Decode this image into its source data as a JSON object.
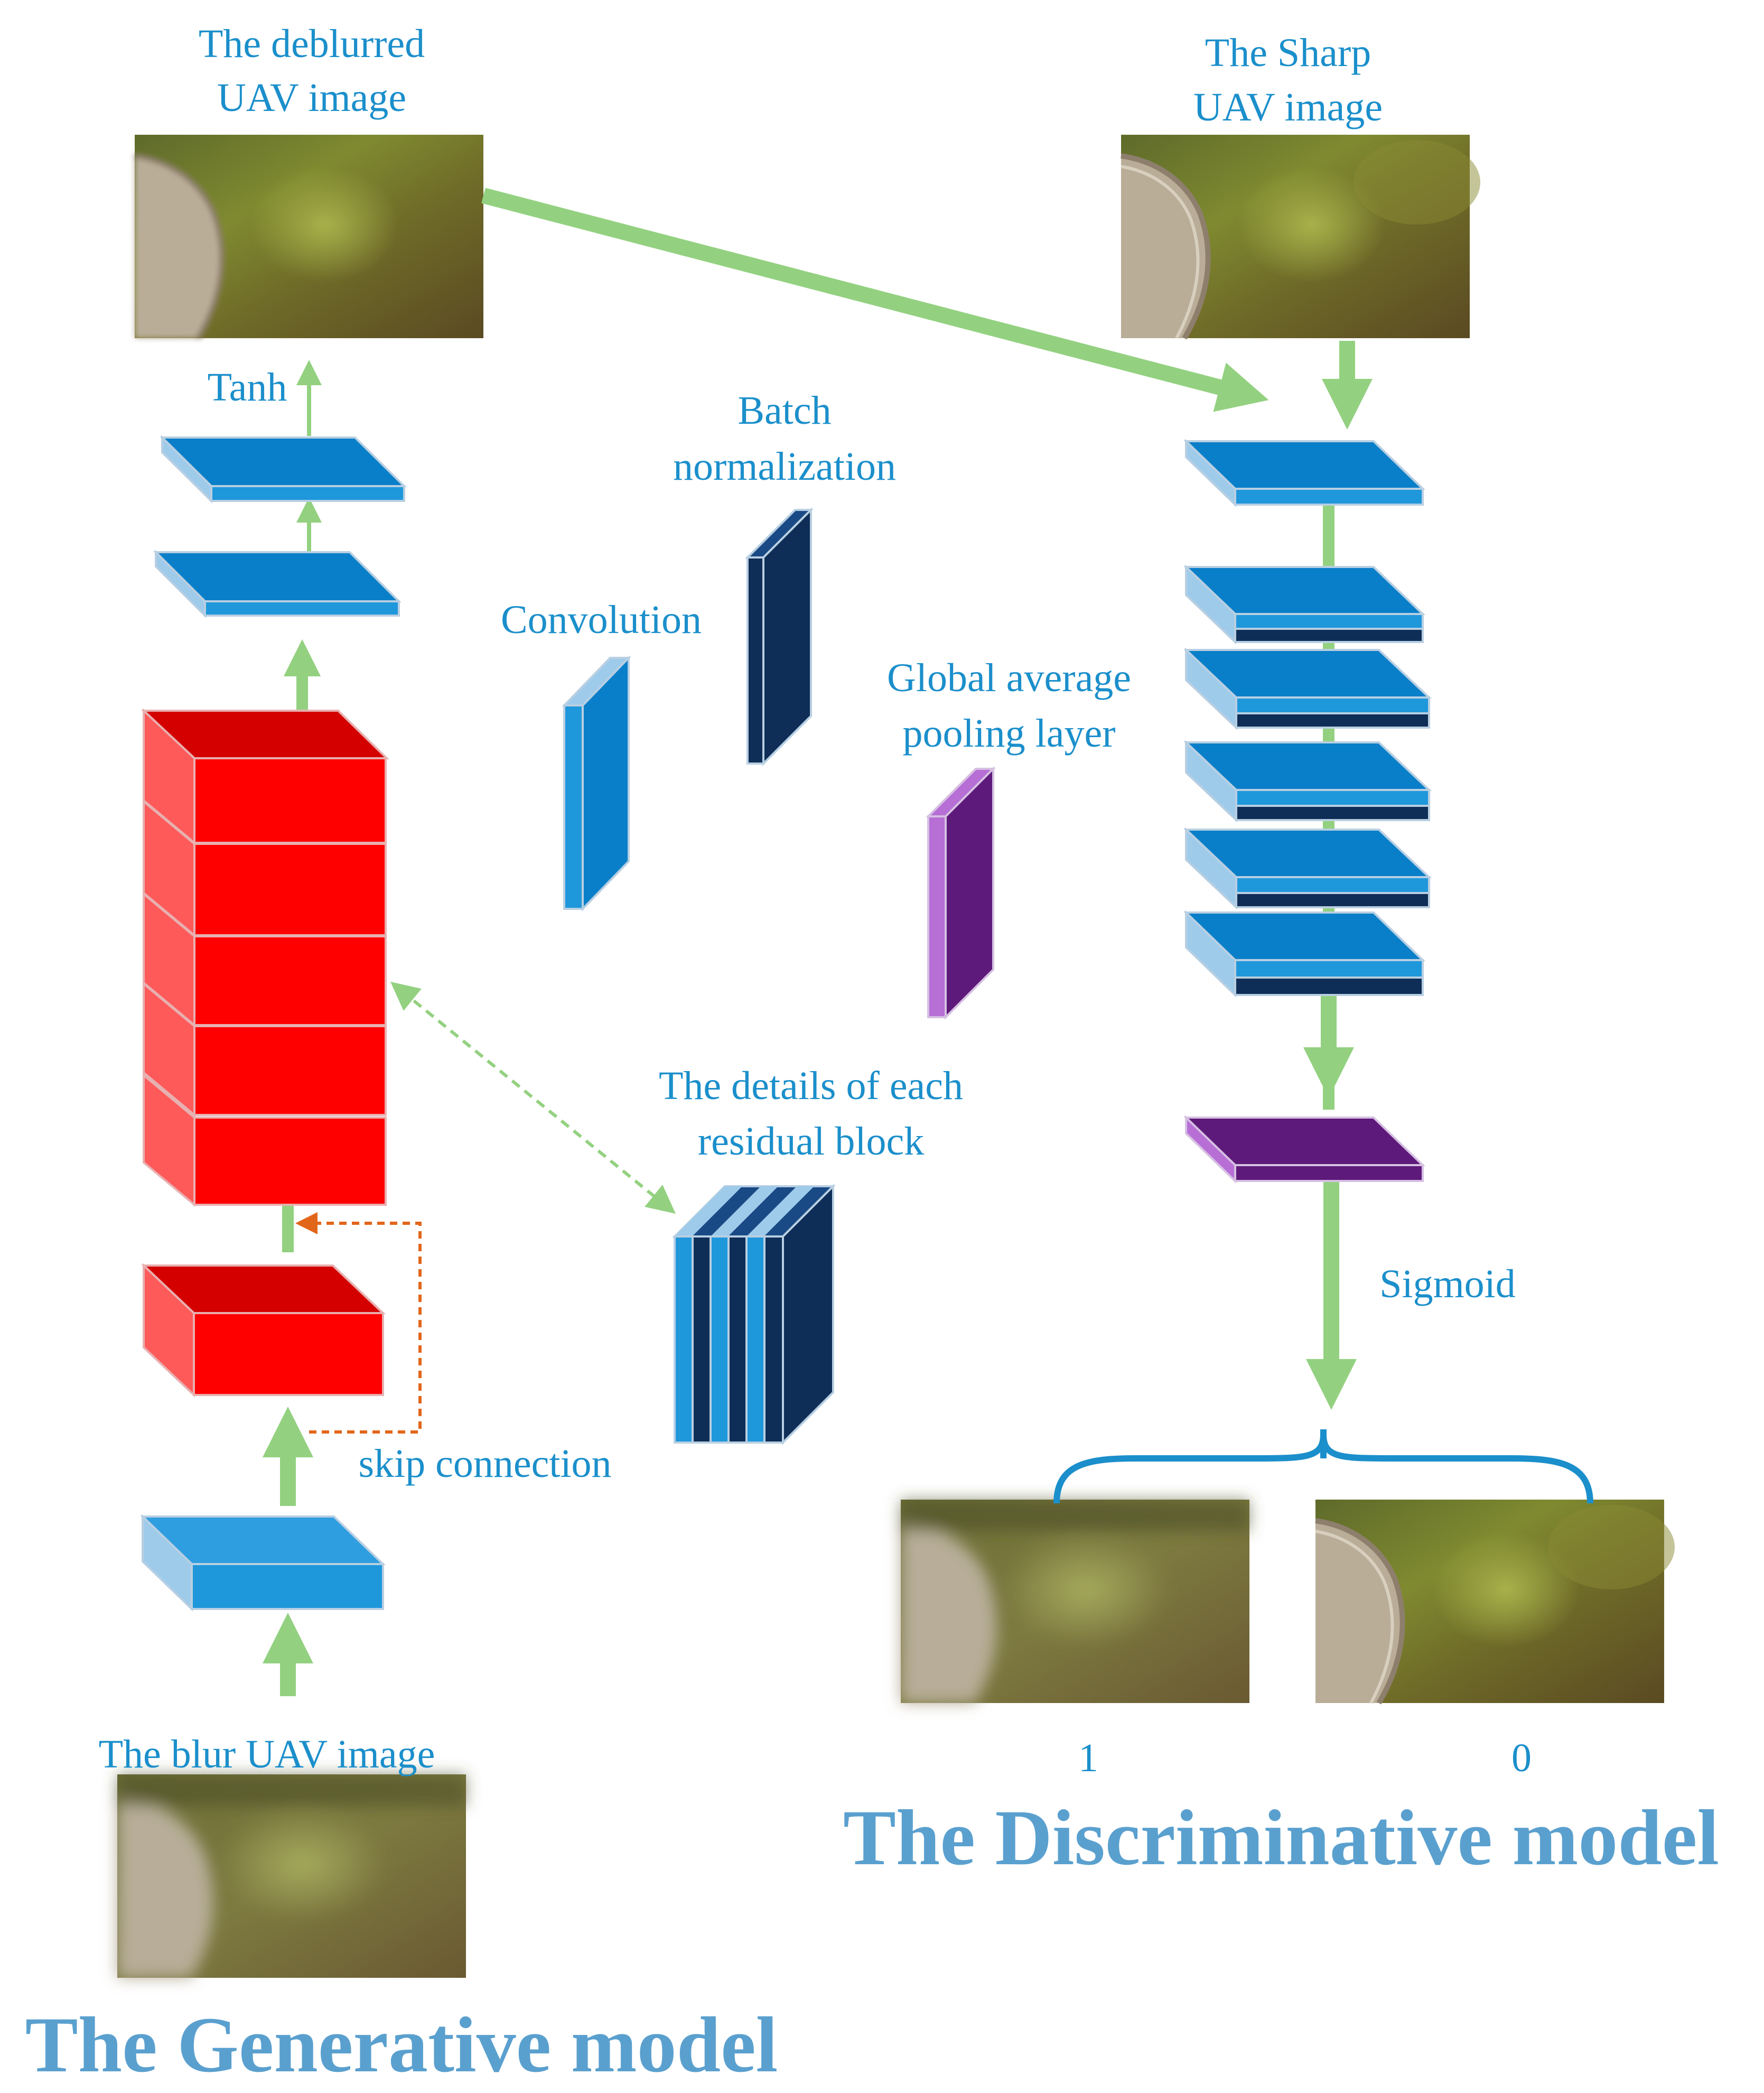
{
  "labels": {
    "deblurred_image": [
      "The deblurred",
      "UAV image"
    ],
    "sharp_image": [
      "The Sharp",
      "UAV image"
    ],
    "tanh": "Tanh",
    "batch_normalization": [
      "Batch",
      "normalization"
    ],
    "convolution": "Convolution",
    "global_average_pooling": [
      "Global average",
      "pooling layer"
    ],
    "residual_details": [
      "The details of each",
      "residual block"
    ],
    "skip_connection": "skip connection",
    "sigmoid": "Sigmoid",
    "blur_image": "The blur UAV image",
    "output_one": "1",
    "output_zero": "0",
    "discriminative_title": "The Discriminative model",
    "generative_title": "The Generative model"
  },
  "colors": {
    "arrow_green": "#93d180",
    "conv_blue": "#0a7fc9",
    "conv_light": "#9fcbeb",
    "bn_navy": "#0e2e57",
    "pool_purple": "#5e1a7a",
    "pool_light": "#b76fd6",
    "residual_red": "#ff0000",
    "residual_light": "#ff5a5a",
    "skip_orange": "#e2661a",
    "brace_blue": "#1b8fcb",
    "label_blue": "#1b8fcb",
    "title_blue": "#5aa0cf"
  },
  "icons": [
    "arrow-up-icon",
    "arrow-down-icon",
    "dashed-double-arrow-icon",
    "bracket-icon"
  ]
}
